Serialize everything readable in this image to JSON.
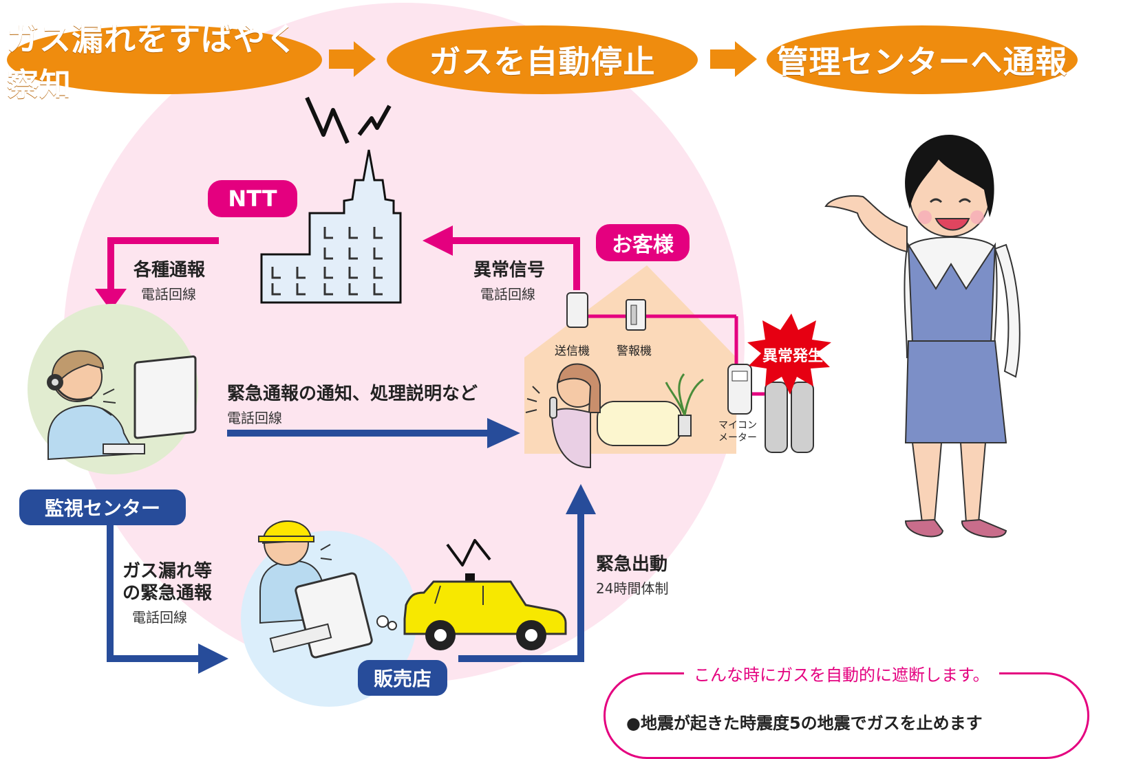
{
  "header": {
    "step1": "ガス漏れをすばやく察知",
    "step2": "ガスを自動停止",
    "step3": "管理センターへ通報"
  },
  "tags": {
    "ntt": "NTT",
    "customer": "お客様",
    "monitor_center": "監視センター",
    "shop": "販売店",
    "abnormal": "異常発生"
  },
  "labels": {
    "various_reports": "各種通報",
    "phone_line_1": "電話回線",
    "abnormal_signal": "異常信号",
    "phone_line_2": "電話回線",
    "transmitter": "送信機",
    "alarm": "警報機",
    "meter_line1": "マイコン",
    "meter_line2": "メーター",
    "emergency_notice": "緊急通報の通知、処理説明など",
    "phone_line_3": "電話回線",
    "gas_leak_line1": "ガス漏れ等",
    "gas_leak_line2": "の緊急通報",
    "phone_line_4": "電話回線",
    "dispatch": "緊急出動",
    "dispatch_hours": "24時間体制"
  },
  "note": {
    "title": "こんな時にガスを自動的に遮断します。",
    "item1": "●地震が起きた時震度5の地震でガスを止めます"
  },
  "colors": {
    "orange": "#ef8c0e",
    "magenta": "#e4007f",
    "navy": "#274c9a",
    "circle_bg": "#fde5ef"
  }
}
